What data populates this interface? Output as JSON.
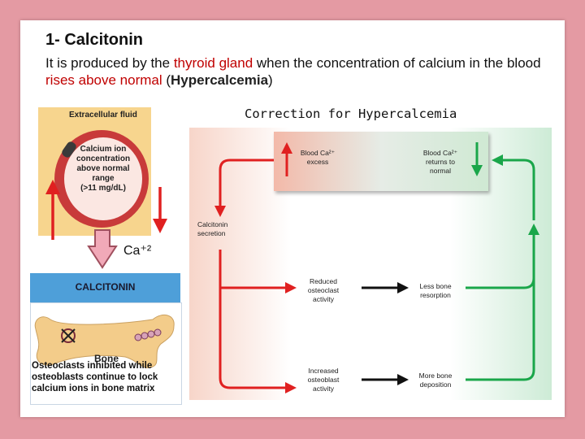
{
  "slide": {
    "title": "1- Calcitonin",
    "intro": {
      "p1": "It is produced by the ",
      "p2": "thyroid gland",
      "p3": " when the concentration of calcium in the blood ",
      "p4": "rises above normal",
      "p5": " (",
      "p6": "Hypercalcemia",
      "p7": ")"
    },
    "correction_title": "Correction for Hypercalcemia"
  },
  "left_figure": {
    "ecf_label": "Extracellular fluid",
    "calcium_box": [
      "Calcium ion",
      "concentration",
      "above normal",
      "range",
      "(>11 mg/dL)"
    ],
    "ca_label": "Ca⁺²",
    "calcitonin_label": "CALCITONIN",
    "bone_label": "Bone",
    "osteo_lines": [
      "Osteoclasts inhibited while",
      "osteoblasts continue to lock",
      "calcium ions in bone matrix"
    ]
  },
  "diagram": {
    "excess": [
      "Blood Ca²⁺",
      "excess"
    ],
    "returns": [
      "Blood Ca²⁺",
      "returns to",
      "normal"
    ],
    "secretion": [
      "Calcitonin",
      "secretion"
    ],
    "reduced": [
      "Reduced",
      "osteoclast",
      "activity"
    ],
    "less_bone": [
      "Less bone",
      "resorption"
    ],
    "increased": [
      "Increased",
      "osteoblast",
      "activity"
    ],
    "more_bone": [
      "More bone",
      "deposition"
    ]
  },
  "colors": {
    "background": "#e49aa3",
    "accent_red": "#c00000",
    "arrow_red": "#e02020",
    "arrow_green": "#1aa64a",
    "calcitonin_blue": "#4e9fd9"
  }
}
